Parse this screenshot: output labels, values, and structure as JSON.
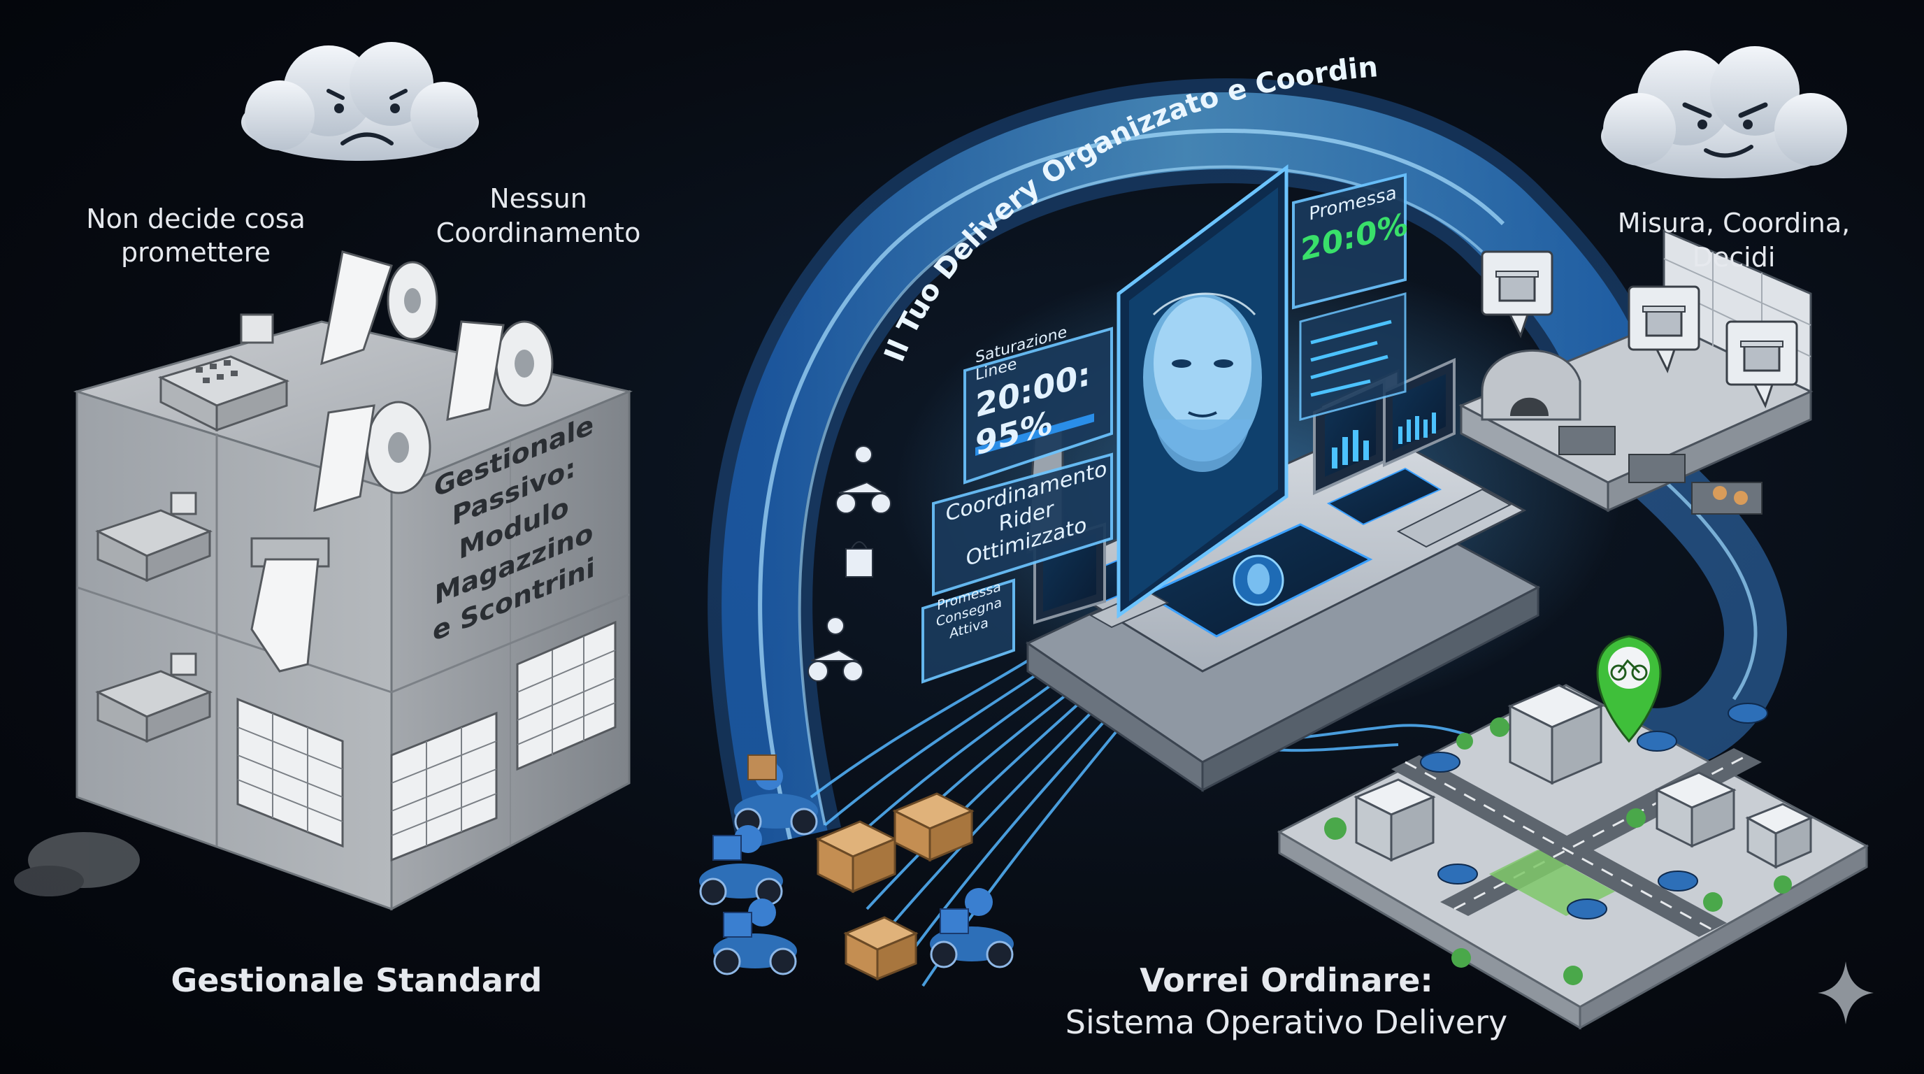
{
  "left": {
    "caption_decide": "Non decide cosa\npromettere",
    "caption_coord": "Nessun\nCoordinamento",
    "cube_label": "Gestionale Passivo:\nModulo Magazzino\ne Scontrini",
    "title": "Gestionale Standard"
  },
  "right": {
    "arc_label": "Il Tuo Delivery Organizzato e Coordinato",
    "caption_measure": "Misura, Coordina,\nDecidi",
    "panel_saturazione_title": "Saturazione Linee",
    "panel_saturazione_value": "20:00: 95%",
    "panel_promessa_title": "Promessa",
    "panel_promessa_value": "20:0%",
    "panel_coordinamento": "Coordinamento\nRider Ottimizzato",
    "panel_consegna": "Promessa\nConsegna\nAttiva",
    "title_line1": "Vorrei Ordinare:",
    "title_line2": "Sistema Operativo Delivery"
  },
  "colors": {
    "accent_blue": "#3fa9ff",
    "glow_cyan": "#7fd4ff",
    "promise_green": "#39e06a",
    "pin_green": "#3fbf3a",
    "cube_grey": "#9ba0a6"
  },
  "icons": [
    "sad-cloud-icon",
    "angry-cloud-icon",
    "cash-register-icon",
    "receipt-roll-icon",
    "spreadsheet-icon",
    "scooter-rider-icon",
    "parcel-box-icon",
    "cooking-pot-icon",
    "bicycle-pin-icon",
    "sparkle-icon",
    "ai-face-icon"
  ]
}
